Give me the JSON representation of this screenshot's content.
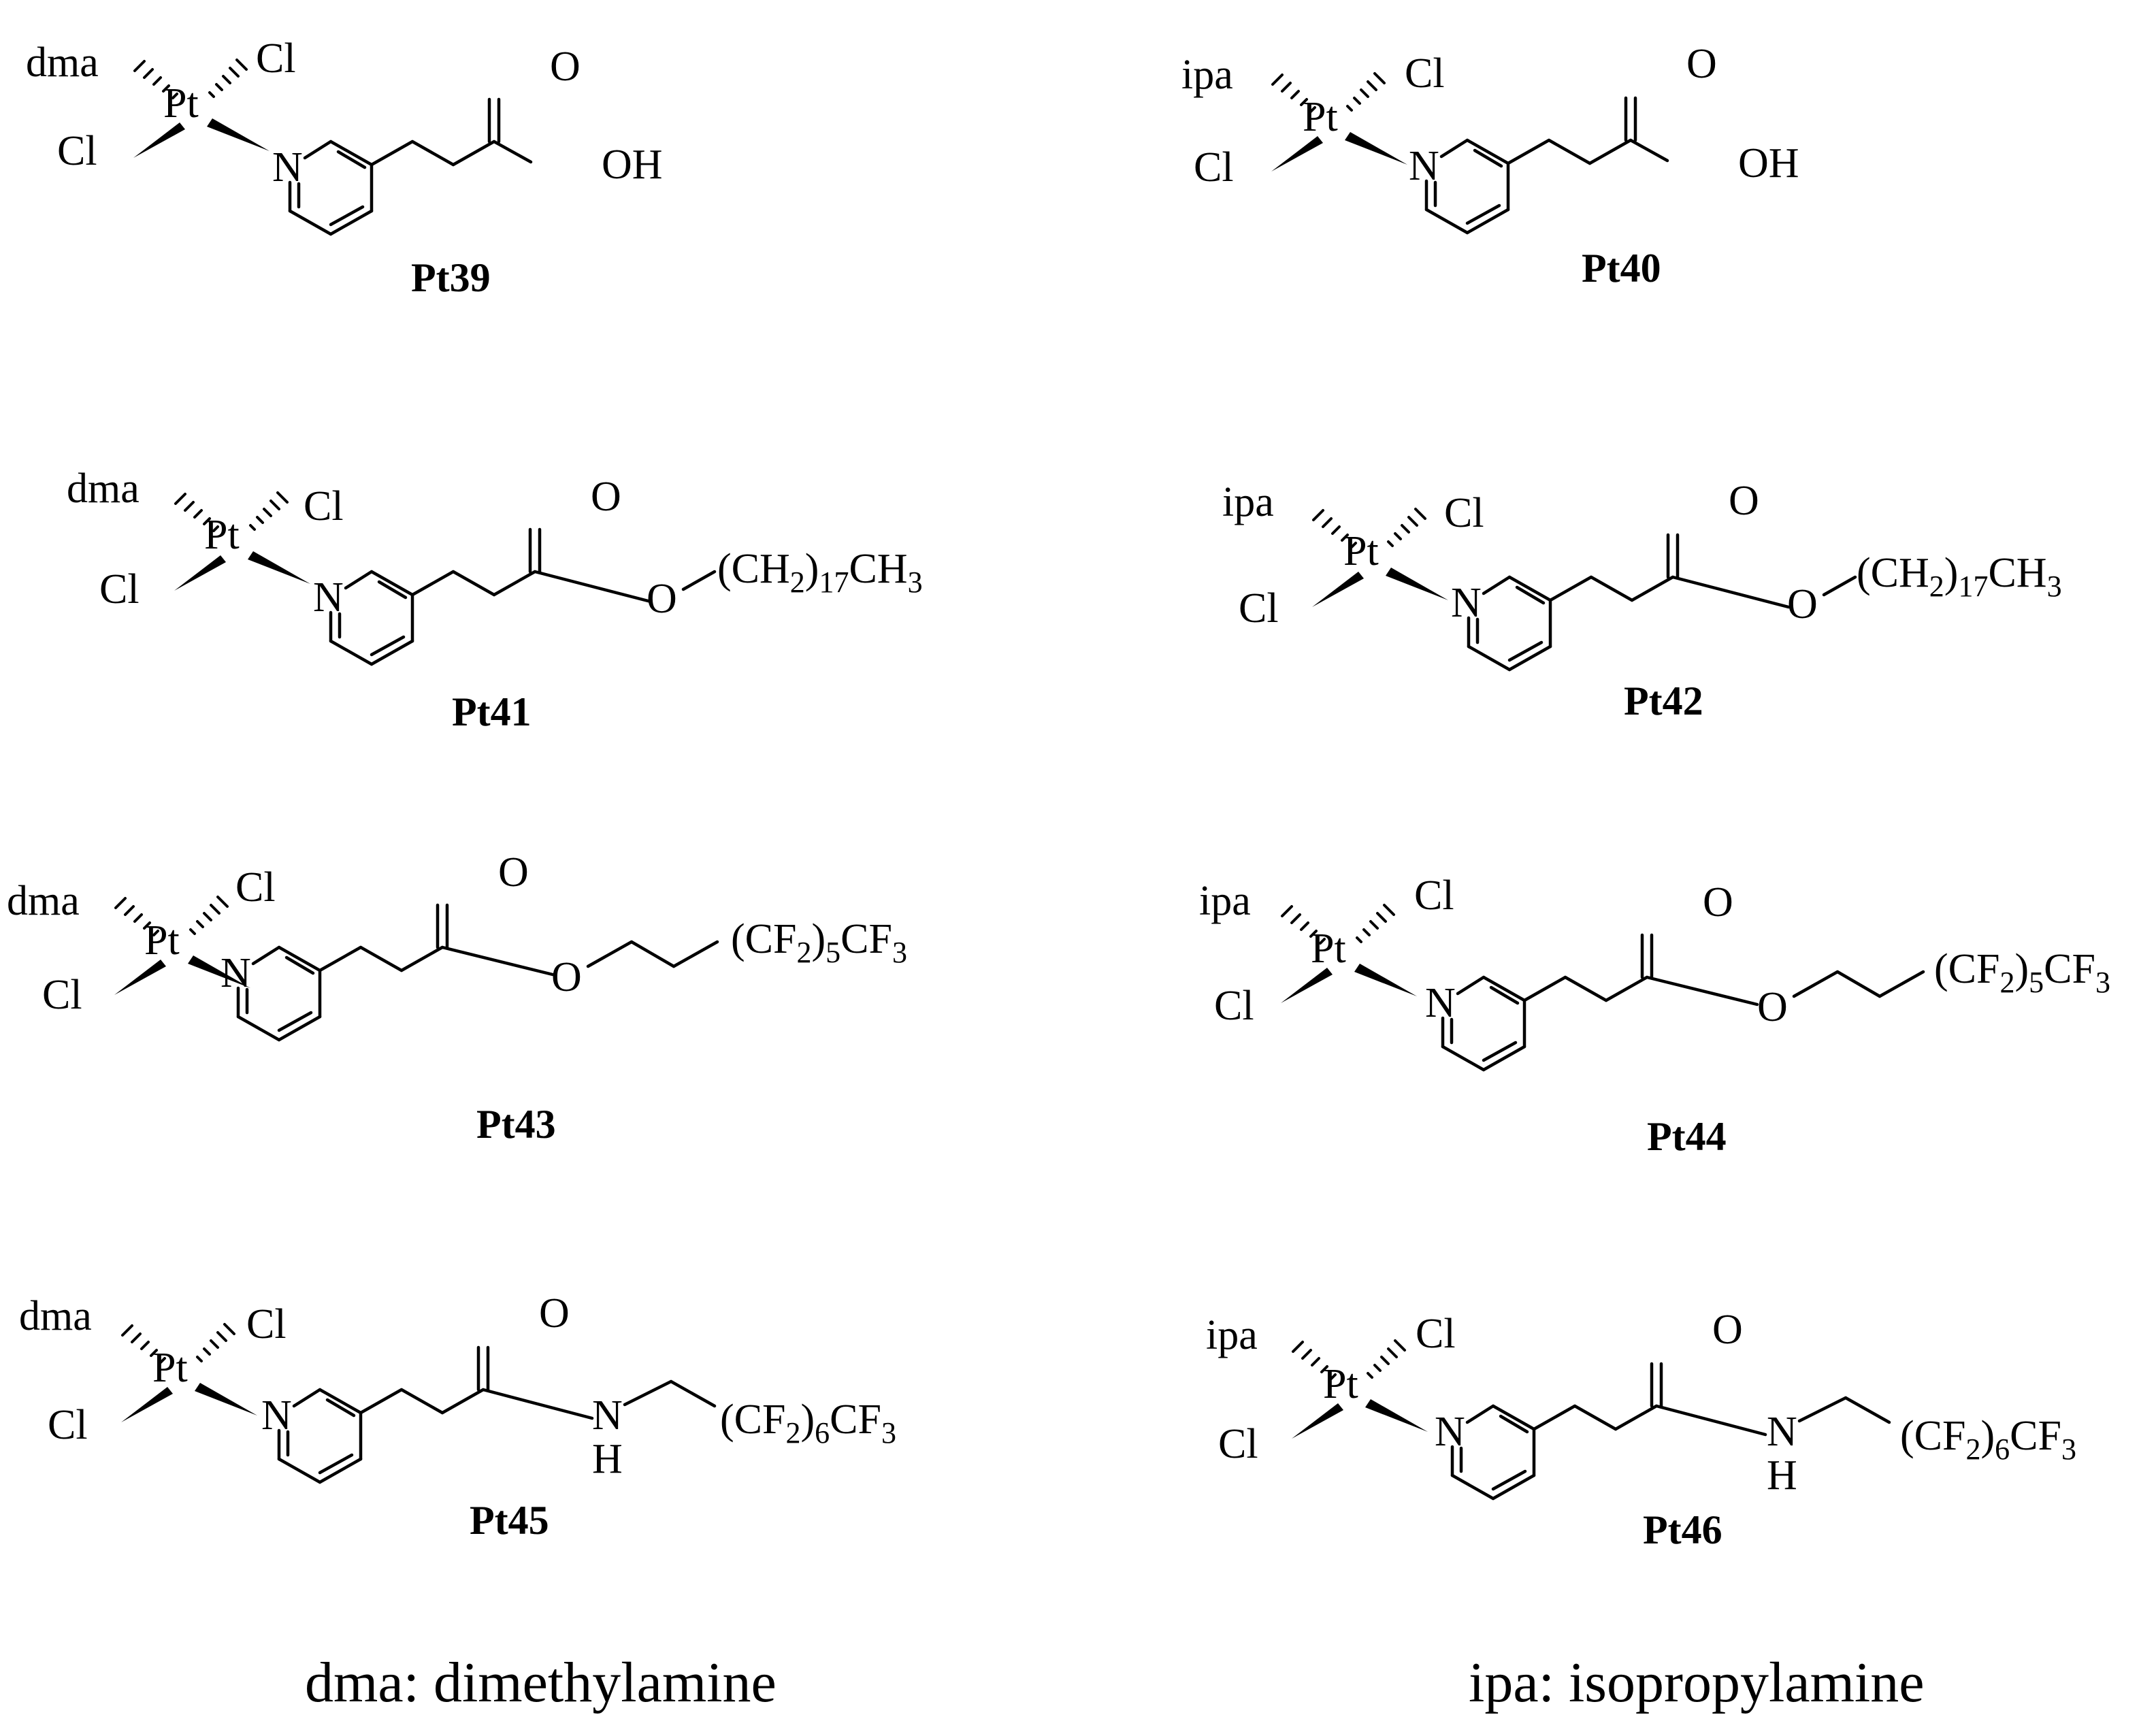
{
  "labels": {
    "cl": "Cl",
    "pt": "Pt",
    "n": "N",
    "o": "O",
    "oh": "OH",
    "nh_n": "N",
    "nh_h": "H"
  },
  "compounds": [
    {
      "id": "Pt39",
      "amine": "dma",
      "tail": "acid"
    },
    {
      "id": "Pt40",
      "amine": "ipa",
      "tail": "acid"
    },
    {
      "id": "Pt41",
      "amine": "dma",
      "tail": "octadecyl"
    },
    {
      "id": "Pt42",
      "amine": "ipa",
      "tail": "octadecyl"
    },
    {
      "id": "Pt43",
      "amine": "dma",
      "tail": "fluoroester"
    },
    {
      "id": "Pt44",
      "amine": "ipa",
      "tail": "fluoroester"
    },
    {
      "id": "Pt45",
      "amine": "dma",
      "tail": "fluoroamide"
    },
    {
      "id": "Pt46",
      "amine": "ipa",
      "tail": "fluoroamide"
    }
  ],
  "tails": {
    "octadecyl": {
      "open": "(CH",
      "sub1": "2",
      "mid": ")",
      "sub2": "17",
      "end": "CH",
      "sub3": "3"
    },
    "fluoroester": {
      "open": "(CF",
      "sub1": "2",
      "mid": ")",
      "sub2": "5",
      "end": "CF",
      "sub3": "3"
    },
    "fluoroamide": {
      "open": "(CF",
      "sub1": "2",
      "mid": ")",
      "sub2": "6",
      "end": "CF",
      "sub3": "3"
    }
  },
  "legend": {
    "dma": "dma: dimethylamine",
    "ipa": "ipa: isopropylamine"
  }
}
